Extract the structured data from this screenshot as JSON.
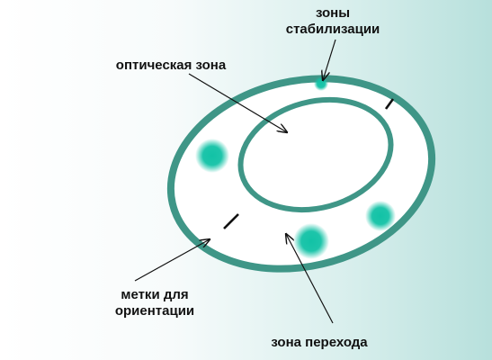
{
  "labels": {
    "stabilization_zones_line1": "зоны",
    "stabilization_zones_line2": "стабилизации",
    "optical_zone": "оптическая зона",
    "orientation_marks_line1": "метки для",
    "orientation_marks_line2": "ориентации",
    "transition_zone": "зона перехода"
  },
  "colors": {
    "lens_ring": "#3f9687",
    "stabilization_zone": "#12c2a6",
    "mark": "#111111",
    "background_right": "#b7e0dc"
  },
  "icons": {
    "lens": "toric-contact-lens-diagram"
  }
}
